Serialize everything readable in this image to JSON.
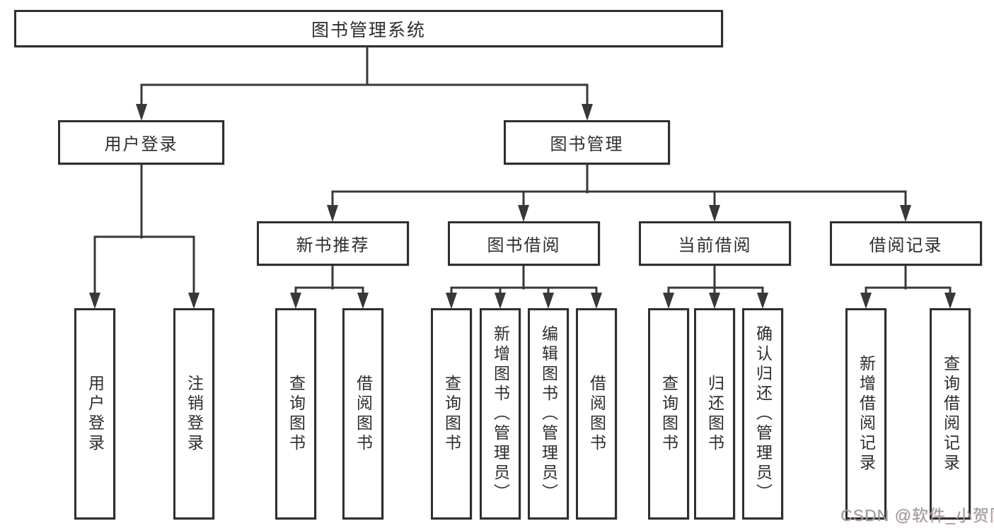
{
  "diagram": {
    "title": "图书管理系统",
    "branches": [
      {
        "label": "用户登录",
        "children": [
          {
            "label": "用户登录"
          },
          {
            "label": "注销登录"
          }
        ]
      },
      {
        "label": "图书管理",
        "children": [
          {
            "label": "新书推荐",
            "children": [
              {
                "label": "查询图书"
              },
              {
                "label": "借阅图书"
              }
            ]
          },
          {
            "label": "图书借阅",
            "children": [
              {
                "label": "查询图书"
              },
              {
                "label": "新增图书（管理员）"
              },
              {
                "label": "编辑图书（管理员）"
              },
              {
                "label": "借阅图书"
              }
            ]
          },
          {
            "label": "当前借阅",
            "children": [
              {
                "label": "查询图书"
              },
              {
                "label": "归还图书"
              },
              {
                "label": "确认归还（管理员）"
              }
            ]
          },
          {
            "label": "借阅记录",
            "children": [
              {
                "label": "新增借阅记录"
              },
              {
                "label": "查询借阅记录"
              }
            ]
          }
        ]
      }
    ]
  },
  "watermark": {
    "text": "CSDN @软件_小贺同学"
  },
  "colors": {
    "line": "#383838",
    "border": "#2f2f2f",
    "text": "#2d2d2d",
    "background": "#ffffff",
    "watermark": "#9a9a9a"
  }
}
